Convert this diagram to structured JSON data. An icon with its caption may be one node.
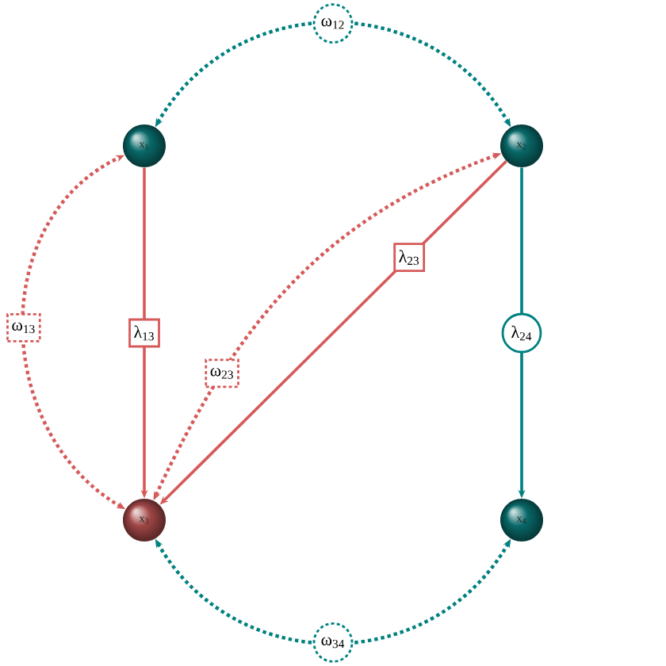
{
  "diagram": {
    "nodes": [
      {
        "text": [
          "x$_{1}$"
        ]
      },
      {
        "text": [
          "x$_{2}$"
        ]
      },
      {
        "text": [
          "x$_{3}$"
        ]
      },
      {
        "text": [
          "x$_{4}$"
        ]
      }
    ],
    "edges": [
      {
        "from": 0,
        "to": 1,
        "arrow": "both",
        "label": "ω$_{12}$",
        "style": "dashed",
        "color": "#008080"
      },
      {
        "from": 0,
        "to": 2,
        "arrow": "to",
        "label": "λ$_{13}$"
      },
      {
        "from": 1,
        "to": 2,
        "arrow": "to",
        "label": "λ$_{23}$"
      },
      {
        "from": 1,
        "to": 3,
        "arrow": "to",
        "label": "λ$_{24}$",
        "color": "#008080"
      },
      {
        "from": 2,
        "to": 0,
        "arrow": "both",
        "label": "ω$_{13}$",
        "style": "dashed"
      },
      {
        "from": 1,
        "to": 2,
        "arrow": "both",
        "label": "ω$_{23}$",
        "style": "dashed"
      },
      {
        "from": 2,
        "to": 3,
        "arrow": "both",
        "label": "ω$_{34}$",
        "style": "dashed",
        "color": "#008080"
      }
    ]
  }
}
